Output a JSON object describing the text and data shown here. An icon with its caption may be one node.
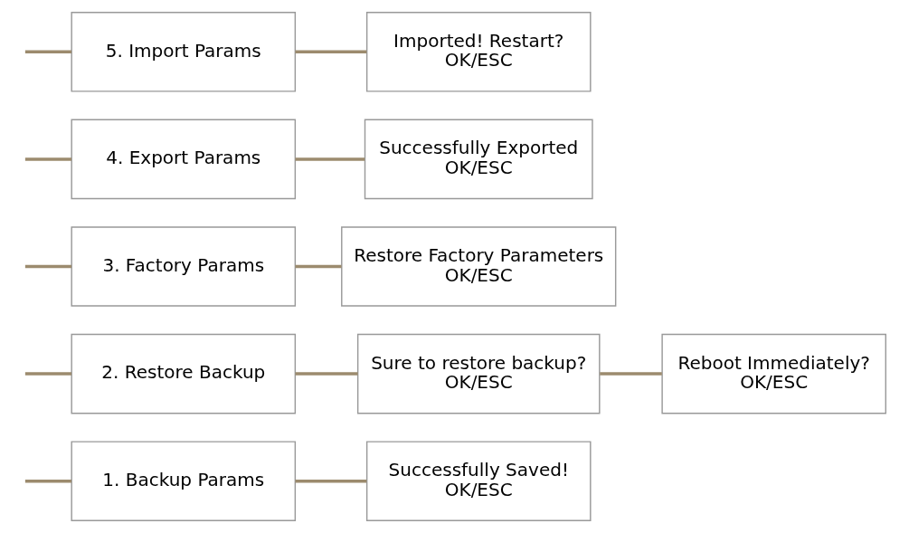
{
  "diagram": {
    "nodes": [
      {
        "text": [
          "1. Backup Params"
        ]
      },
      {
        "text": [
          "Successfully Saved!",
          "OK/ESC"
        ]
      },
      {
        "text": [
          "2. Restore Backup"
        ]
      },
      {
        "text": [
          "Sure to restore backup?",
          "OK/ESC"
        ]
      },
      {
        "text": [
          "Reboot Immediately?",
          "OK/ESC"
        ]
      },
      {
        "text": [
          "3. Factory Params"
        ]
      },
      {
        "text": [
          "Restore Factory Parameters",
          "OK/ESC"
        ]
      },
      {
        "text": [
          "4. Export Params"
        ]
      },
      {
        "text": [
          "Successfully Exported",
          "OK/ESC"
        ]
      },
      {
        "text": [
          "5. Import Params"
        ]
      },
      {
        "text": [
          "Imported! Restart?",
          "OK/ESC"
        ]
      }
    ],
    "edges": [
      {
        "from": null,
        "to": 0,
        "arrow": "none"
      },
      {
        "from": 0,
        "to": 1,
        "arrow": "none"
      },
      {
        "from": null,
        "to": 2,
        "arrow": "none"
      },
      {
        "from": 2,
        "to": 3,
        "arrow": "none"
      },
      {
        "from": 3,
        "to": 4,
        "arrow": "none"
      },
      {
        "from": null,
        "to": 5,
        "arrow": "none"
      },
      {
        "from": 5,
        "to": 6,
        "arrow": "none"
      },
      {
        "from": null,
        "to": 7,
        "arrow": "none"
      },
      {
        "from": 7,
        "to": 8,
        "arrow": "none"
      },
      {
        "from": null,
        "to": 9,
        "arrow": "none"
      },
      {
        "from": 9,
        "to": 10,
        "arrow": "none"
      }
    ]
  }
}
